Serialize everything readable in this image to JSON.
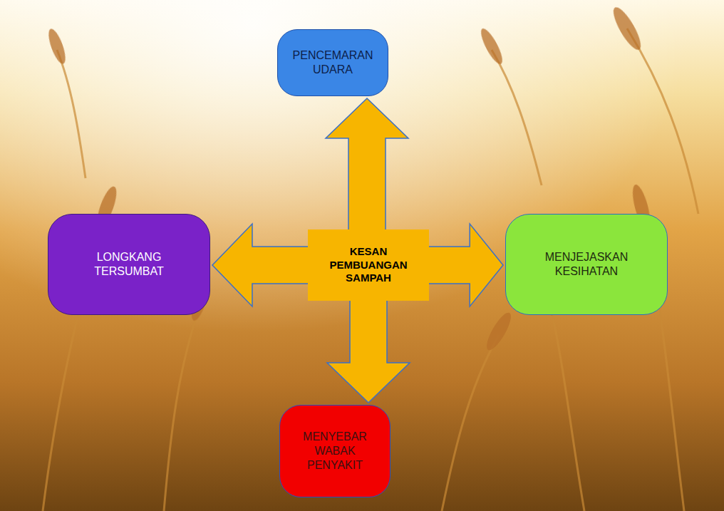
{
  "diagram": {
    "nodes": [
      {
        "text": [
          "PENCEMARAN UDARA"
        ]
      },
      {
        "text": [
          "LONGKANG TERSUMBAT"
        ]
      },
      {
        "text": [
          "KESAN PEMBUANGAN SAMPAH"
        ]
      },
      {
        "text": [
          "MENJEJASKAN KESIHATAN"
        ]
      },
      {
        "text": [
          "MENYEBAR WABAK PENYAKIT"
        ]
      }
    ],
    "edges": [
      {
        "from": 2,
        "to": 0,
        "arrow": "to"
      },
      {
        "from": 2,
        "to": 1,
        "arrow": "to"
      },
      {
        "from": 2,
        "to": 3,
        "arrow": "to"
      },
      {
        "from": 2,
        "to": 4,
        "arrow": "to"
      }
    ]
  }
}
